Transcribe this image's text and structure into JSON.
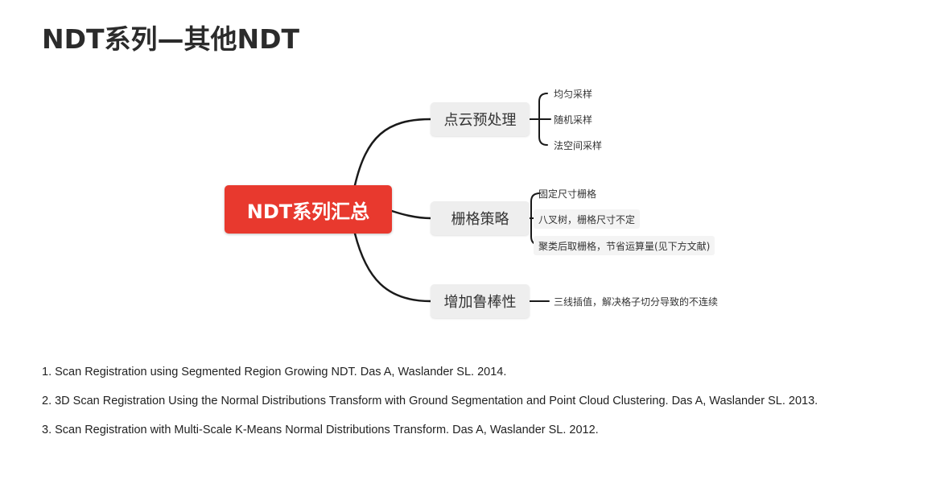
{
  "title": "NDT系列—其他NDT",
  "mindmap": {
    "root": "NDT系列汇总",
    "branches": [
      {
        "label": "点云预处理",
        "children": [
          "均匀采样",
          "随机采样",
          "法空间采样"
        ]
      },
      {
        "label": "栅格策略",
        "children": [
          "固定尺寸栅格",
          "八叉树，栅格尺寸不定",
          "聚类后取栅格，节省运算量(见下方文献)"
        ]
      },
      {
        "label": "增加鲁棒性",
        "children": [
          "三线插值，解决格子切分导致的不连续"
        ]
      }
    ]
  },
  "references": [
    "1. Scan Registration using Segmented Region Growing NDT. Das A, Waslander SL.  2014.",
    "2. 3D Scan Registration Using the Normal Distributions Transform with Ground Segmentation and Point Cloud Clustering. Das A, Waslander SL. 2013.",
    "3. Scan Registration with Multi-Scale K-Means Normal Distributions Transform. Das A, Waslander SL.  2012."
  ],
  "colors": {
    "root_fill": "#e8392e",
    "branch_fill": "#eeeeee",
    "connector": "#1a1a1a"
  }
}
